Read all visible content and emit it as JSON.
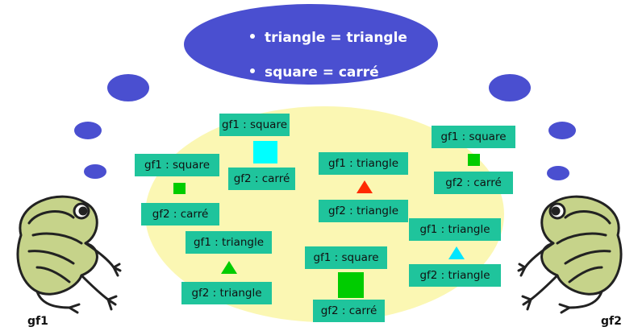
{
  "header_bubble": {
    "line1": "triangle = triangle",
    "line2": "square = carré"
  },
  "labels": {
    "l1": "gf1 : square",
    "l2": "gf2 : carré",
    "l3": "gf1 : square",
    "l4": "gf2 : carré",
    "l5": "gf1 : triangle",
    "l6": "gf2 : triangle",
    "l7": "gf1 : triangle",
    "l8": "gf2 : triangle",
    "l9": "gf1 : square",
    "l10": "gf2 : carré",
    "l11": "gf1 : square",
    "l12": "gf2 : carré",
    "l13": "gf1 : triangle",
    "l14": "gf2 : triangle"
  },
  "frogs": {
    "left": "gf1",
    "right": "gf2"
  },
  "colors": {
    "bubble": "#4a4fd0",
    "label_bg": "#1fc49c",
    "cyan": "#00ffff",
    "green": "#00cc00",
    "red": "#ff2a00"
  }
}
